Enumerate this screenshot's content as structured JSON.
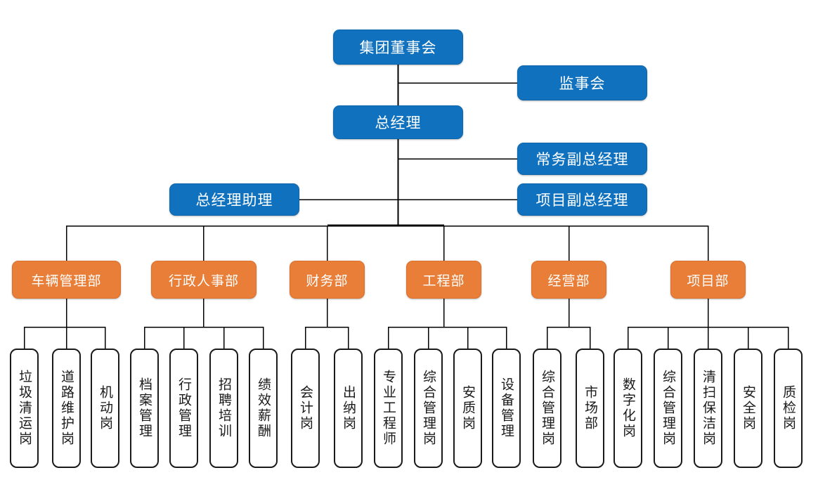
{
  "diagram": {
    "title_text": "",
    "colors": {
      "executive_blue": "#1072BE",
      "department_orange": "#E87E37",
      "leaf_border": "#1a1a1a",
      "leaf_fill": "#ffffff",
      "connector": "#000000",
      "canvas": "#ffffff"
    }
  },
  "executive": {
    "board": "集团董事会",
    "supervisory": "监事会",
    "general_manager": "总经理",
    "exec_deputy_gm": "常务副总经理",
    "project_deputy_gm": "项目副总经理",
    "gm_assistant": "总经理助理"
  },
  "departments": [
    {
      "name": "车辆管理部",
      "positions": [
        "垃圾清运岗",
        "道路维护岗",
        "机动岗"
      ]
    },
    {
      "name": "行政人事部",
      "positions": [
        "档案管理",
        "行政管理",
        "招聘培训",
        "绩效薪酬"
      ]
    },
    {
      "name": "财务部",
      "positions": [
        "会计岗",
        "出纳岗"
      ]
    },
    {
      "name": "工程部",
      "positions": [
        "专业工程师",
        "综合管理岗",
        "安质岗",
        "设备管理"
      ]
    },
    {
      "name": "经营部",
      "positions": [
        "综合管理岗",
        "市场部"
      ]
    },
    {
      "name": "项目部",
      "positions": [
        "数字化岗",
        "综合管理岗",
        "清扫保洁岗",
        "安全岗",
        "质检岗"
      ]
    }
  ]
}
